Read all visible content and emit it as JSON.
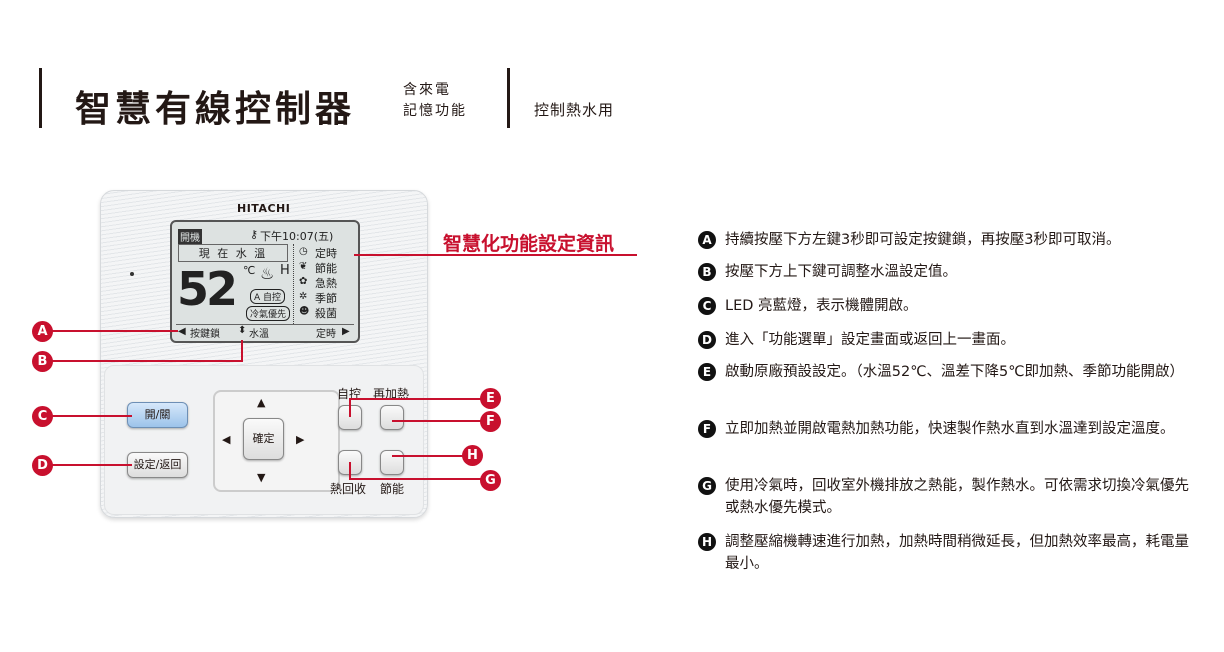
{
  "header": {
    "title": "智慧有線控制器",
    "sub_line1": "含來電",
    "sub_line2": "記憶功能",
    "usage": "控制熱水用"
  },
  "device": {
    "brand": "HITACHI",
    "lcd": {
      "power": "開機",
      "time": "下午10:07(五)",
      "current_label": "現 在 水 溫",
      "temp": "52",
      "unit": "℃",
      "heat_level": "H",
      "mode": "A 自控",
      "priority": "冷氣優先",
      "functions": [
        "定時",
        "節能",
        "急熱",
        "季節",
        "殺菌"
      ],
      "function_icons": [
        "clock-icon",
        "leaf-icon",
        "flame-icon",
        "season-icon",
        "sterilize-icon"
      ],
      "bottom_left": "按鍵鎖",
      "bottom_mid": "水溫",
      "bottom_right": "定時"
    },
    "buttons": {
      "power": "開/關",
      "set_back": "設定/返回",
      "confirm": "確定",
      "auto": "自控",
      "reheat": "再加熱",
      "heat_recovery": "熱回收",
      "eco": "節能"
    }
  },
  "callout": "智慧化功能設定資訊",
  "labels": [
    "A",
    "B",
    "C",
    "D",
    "E",
    "F",
    "G",
    "H"
  ],
  "items": [
    {
      "key": "A",
      "text": "持續按壓下方左鍵3秒即可設定按鍵鎖，再按壓3秒即可取消。"
    },
    {
      "key": "B",
      "text": "按壓下方上下鍵可調整水溫設定值。"
    },
    {
      "key": "C",
      "text": "LED 亮藍燈，表示機體開啟。"
    },
    {
      "key": "D",
      "text": "進入「功能選單」設定畫面或返回上一畫面。"
    },
    {
      "key": "E",
      "text": "啟動原廠預設設定。（水溫52℃、溫差下降5℃即加熱、季節功能開啟）"
    },
    {
      "key": "F",
      "text": "立即加熱並開啟電熱加熱功能，快速製作熱水直到水溫達到設定溫度。"
    },
    {
      "key": "G",
      "text": "使用冷氣時，回收室外機排放之熱能，製作熱水。可依需求切換冷氣優先或熱水優先模式。"
    },
    {
      "key": "H",
      "text": "調整壓縮機轉速進行加熱，加熱時間稍微延長，但加熱效率最高，耗電量最小。"
    }
  ],
  "colors": {
    "accent": "#c8102e",
    "text": "#231815",
    "led": "#9cc3ea"
  }
}
